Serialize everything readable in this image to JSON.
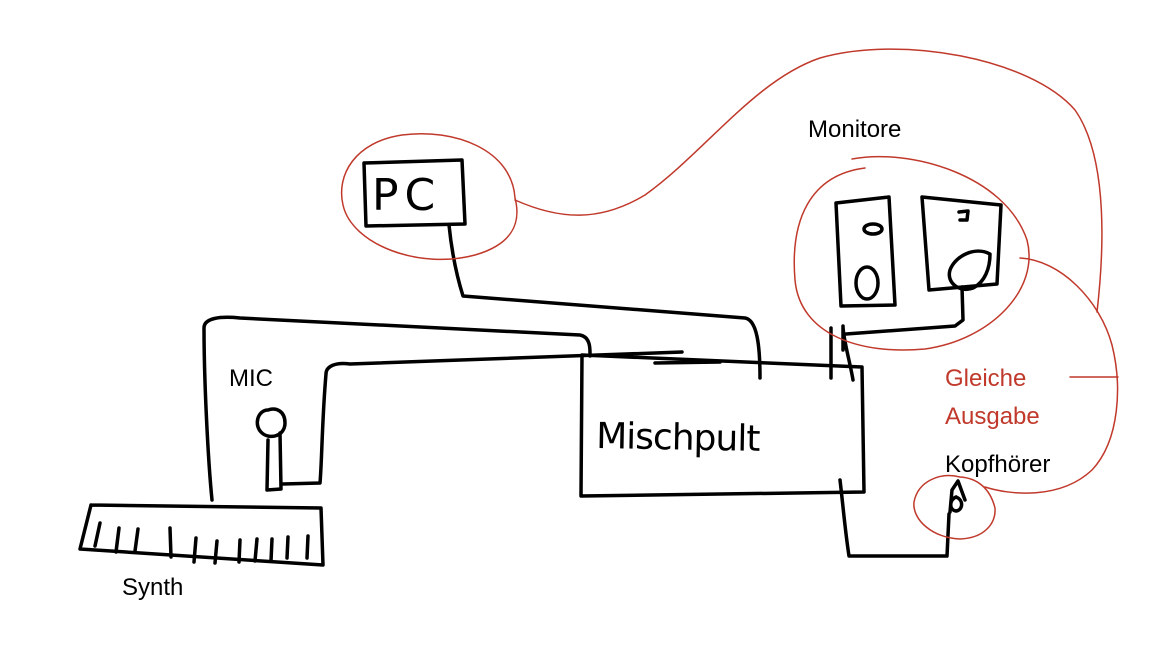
{
  "labels": {
    "pc": "PC",
    "mixer": "Mischpult",
    "monitors": "Monitore",
    "mic": "MIC",
    "synth": "Synth",
    "same_output_line1": "Gleiche",
    "same_output_line2": "Ausgabe",
    "headphones": "Kopfhörer"
  },
  "colors": {
    "ink": "#000000",
    "annotation": "#c0392b",
    "background": "#ffffff"
  }
}
